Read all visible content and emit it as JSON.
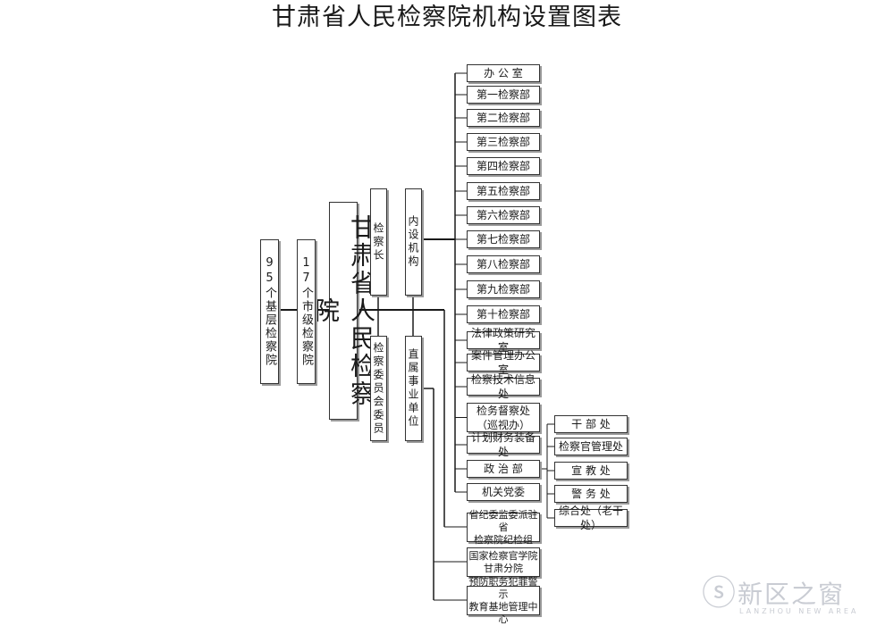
{
  "title": "甘肃省人民检察院机构设置图表",
  "center": "甘肃省人民检察院",
  "left_units": {
    "municipal": "17个市级检察院",
    "basic": "95个基层检察院"
  },
  "leadership": {
    "chief": "检察长",
    "committee": "检察委员会委员"
  },
  "branches": {
    "internal": "内设机构",
    "affiliated": "直属事业单位"
  },
  "internal_departments": [
    "办 公 室",
    "第一检察部",
    "第二检察部",
    "第三检察部",
    "第四检察部",
    "第五检察部",
    "第六检察部",
    "第七检察部",
    "第八检察部",
    "第九检察部",
    "第十检察部",
    "法律政策研究室",
    "案件管理办公室",
    "检察技术信息处",
    [
      "检务督察处",
      "（巡视办）"
    ],
    "计划财务装备处",
    "政 治 部",
    "机关党委"
  ],
  "political_offices": [
    "干 部 处",
    "检察官管理处",
    "宣 教 处",
    "警 务 处",
    "综合处（老干处）"
  ],
  "affiliated_units": [
    [
      "省纪委监委派驻省",
      "检察院纪检组"
    ],
    [
      "国家检察官学院",
      "甘肃分院"
    ],
    [
      "预防职务犯罪警示",
      "教育基地管理中心"
    ]
  ],
  "watermark": {
    "text": "新区之窗",
    "subtext": "LANZHOU NEW AREA"
  },
  "colors": {
    "line": "#1a1a1a",
    "box_border": "#333333",
    "box_shadow": "#9a9a9a",
    "watermark": "#c9ccd3"
  }
}
